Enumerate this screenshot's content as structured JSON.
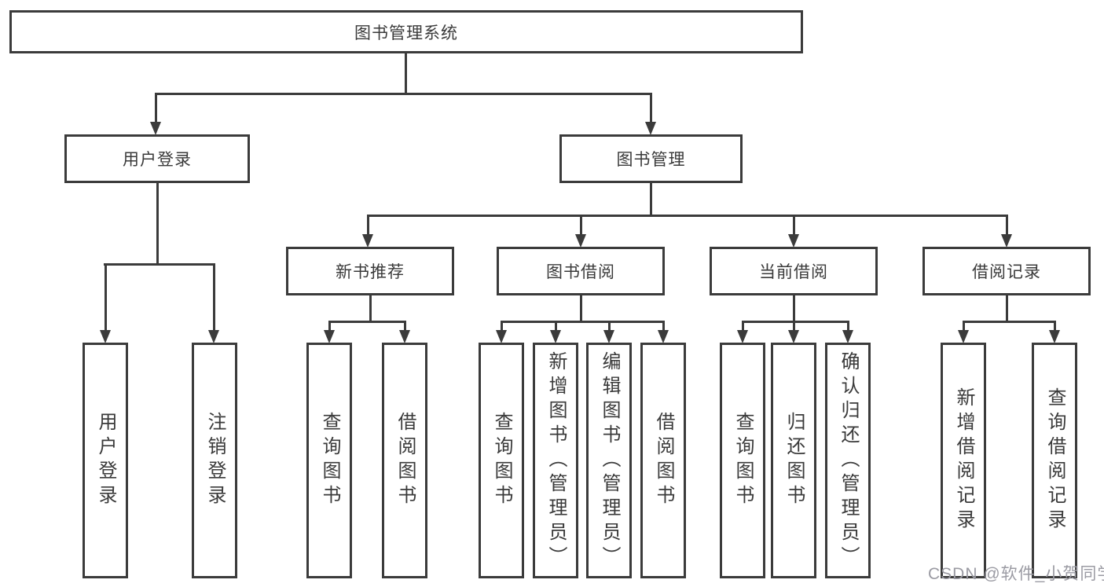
{
  "diagram": {
    "root": {
      "label": "图书管理系统"
    },
    "branches": [
      {
        "label": "用户登录",
        "children": [
          {
            "label": "用户登录"
          },
          {
            "label": "注销登录"
          }
        ]
      },
      {
        "label": "图书管理",
        "children": [
          {
            "label": "新书推荐",
            "children": [
              {
                "label": "查询图书"
              },
              {
                "label": "借阅图书"
              }
            ]
          },
          {
            "label": "图书借阅",
            "children": [
              {
                "label": "查询图书"
              },
              {
                "label": "新增图书（管理员）"
              },
              {
                "label": "编辑图书（管理员）"
              },
              {
                "label": "借阅图书"
              }
            ]
          },
          {
            "label": "当前借阅",
            "children": [
              {
                "label": "查询图书"
              },
              {
                "label": "归还图书"
              },
              {
                "label": "确认归还（管理员）"
              }
            ]
          },
          {
            "label": "借阅记录",
            "children": [
              {
                "label": "新增借阅记录"
              },
              {
                "label": "查询借阅记录"
              }
            ]
          }
        ]
      }
    ]
  },
  "watermark": {
    "text": "CSDN @软件_小贺同学"
  },
  "colors": {
    "line": "#3b3b3b",
    "text": "#3a3a3a",
    "watermark_text": "#9b9ba3",
    "background": "#ffffff"
  }
}
